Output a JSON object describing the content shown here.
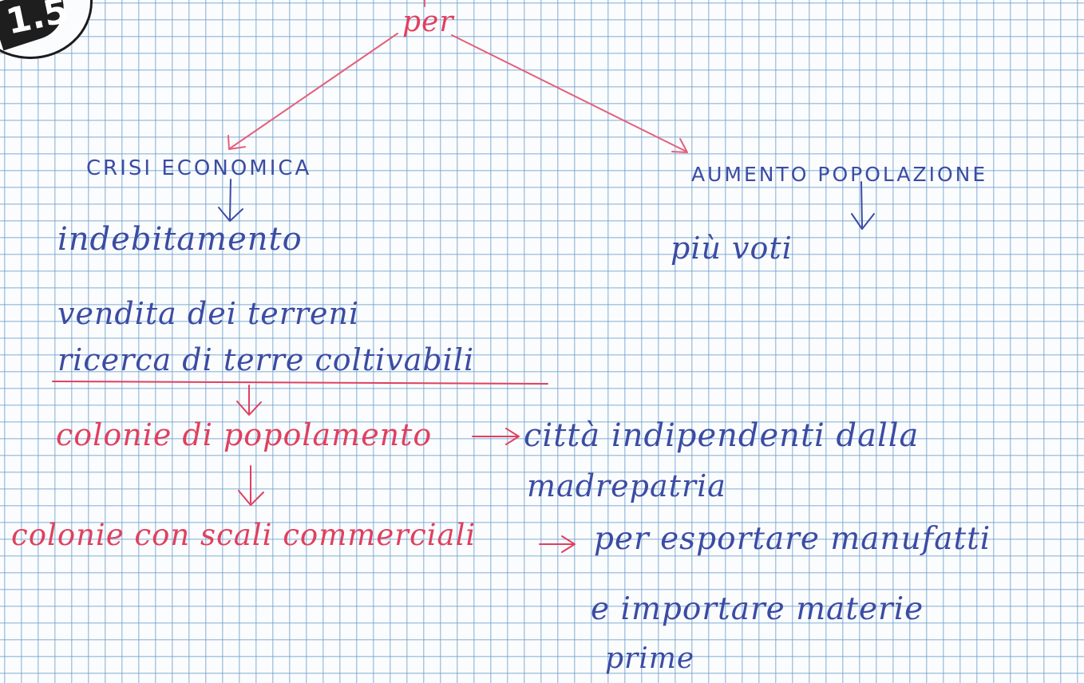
{
  "badge": {
    "text": "1.5"
  },
  "map": {
    "root": "per",
    "left_branch": {
      "title": "CRISI ECONOMICA",
      "item1": "indebitamento",
      "item2": "vendita dei terreni",
      "item3": "ricerca di terre coltivabili"
    },
    "right_branch": {
      "title": "AUMENTO POPOLAZIONE",
      "item1": "più voti"
    },
    "row1": {
      "left": "colonie di popolamento",
      "right_line1": "città indipendenti dalla",
      "right_line2": "madrepatria"
    },
    "row2": {
      "left": "colonie con scali commerciali",
      "right_line1": "per esportare manufatti",
      "right_line2": "e importare materie",
      "right_line3": "prime"
    }
  },
  "colors": {
    "blue_ink": "#3b4ca3",
    "red_ink": "#e0405f",
    "grid": "#689bcd"
  },
  "icons": [
    "arrow-icon",
    "badge-icon"
  ]
}
